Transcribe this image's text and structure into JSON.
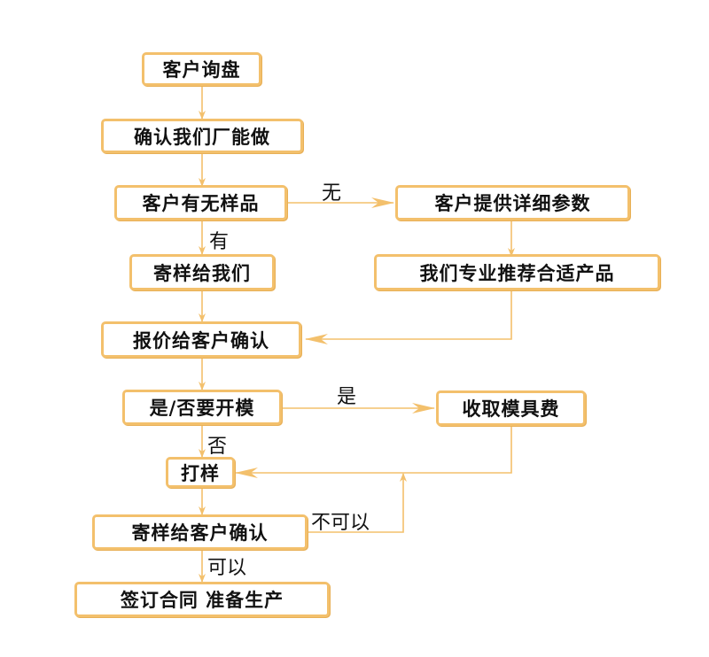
{
  "colors": {
    "box_border": "#f3c06c",
    "arrow": "#f3c06c",
    "text": "#111111"
  },
  "nodes": {
    "inquiry": "客户询盘",
    "confirm_capability": "确认我们厂能做",
    "has_sample": "客户有无样品",
    "provide_params": "客户提供详细参数",
    "send_sample": "寄样给我们",
    "recommend": "我们专业推荐合适产品",
    "quote_confirm": "报价给客户确认",
    "need_mold": "是/否要开模",
    "mold_fee": "收取模具费",
    "proofing": "打样",
    "send_sample_client": "寄样给客户确认",
    "sign_contract": "签订合同 准备生产"
  },
  "edge_labels": {
    "none": "无",
    "have": "有",
    "yes": "是",
    "no": "否",
    "not_ok": "不可以",
    "ok": "可以"
  }
}
